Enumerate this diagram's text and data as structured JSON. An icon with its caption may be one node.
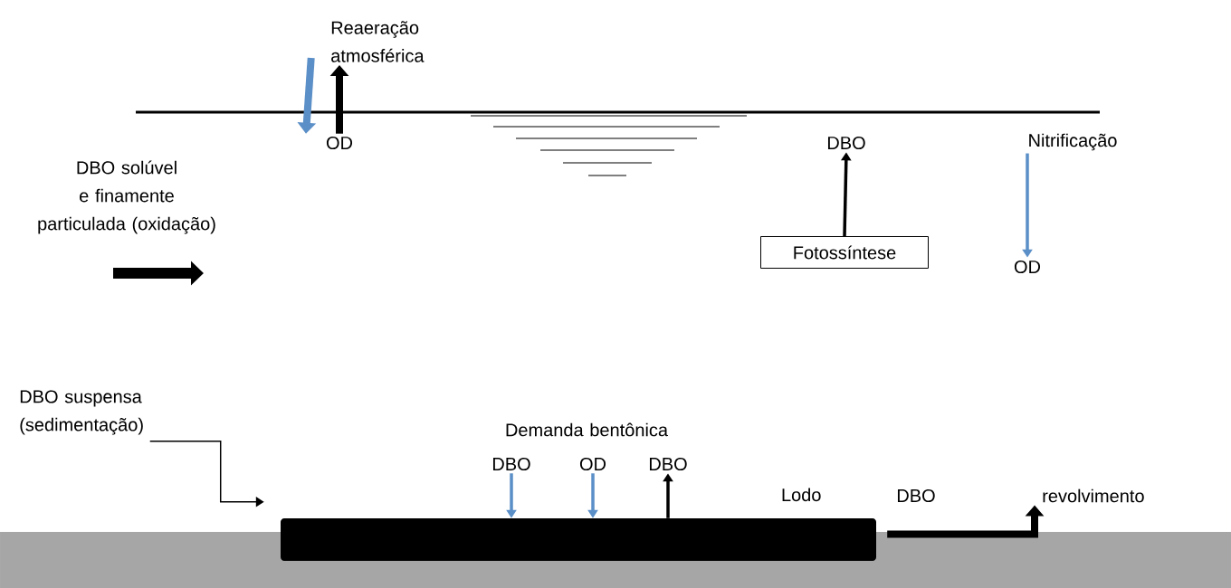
{
  "diagram": {
    "nodes": [
      {
        "text": [
          "Reaeração atmosférica"
        ]
      },
      {
        "text": [
          "OD"
        ]
      },
      {
        "text": [
          "DBO solúvel e finamente particulada (oxidação)"
        ]
      },
      {
        "text": [
          "DBO"
        ]
      },
      {
        "text": [
          "Fotossíntese"
        ]
      },
      {
        "text": [
          "Nitrificação"
        ]
      },
      {
        "text": [
          "OD"
        ]
      },
      {
        "text": [
          "DBO suspensa (sedimentação)"
        ]
      },
      {
        "text": [],
        "shape": "bar",
        "beside": [
          "Lodo"
        ]
      },
      {
        "text": [
          "Demanda bentônica"
        ]
      },
      {
        "text": [
          "DBO"
        ]
      },
      {
        "text": [
          "OD"
        ]
      },
      {
        "text": [
          "DBO"
        ]
      },
      {
        "text": [
          "revolvimento"
        ]
      }
    ],
    "edges": [
      {
        "from": 0,
        "to": 1,
        "arrow": "to",
        "style": "thick",
        "color": "#5b8fc7"
      },
      {
        "from": 1,
        "to": 0,
        "arrow": "to",
        "style": "thick"
      },
      {
        "from": 4,
        "to": 3,
        "arrow": "to"
      },
      {
        "from": 5,
        "to": 6,
        "arrow": "to",
        "color": "#5b8fc7"
      },
      {
        "from": 7,
        "to": 8,
        "arrow": "to"
      },
      {
        "from": 10,
        "to": 8,
        "arrow": "to",
        "color": "#5b8fc7"
      },
      {
        "from": 11,
        "to": 8,
        "arrow": "to",
        "color": "#5b8fc7"
      },
      {
        "from": 8,
        "to": 12,
        "arrow": "to"
      },
      {
        "from": 8,
        "to": 13,
        "arrow": "to",
        "style": "thick",
        "label": "DBO"
      }
    ]
  }
}
